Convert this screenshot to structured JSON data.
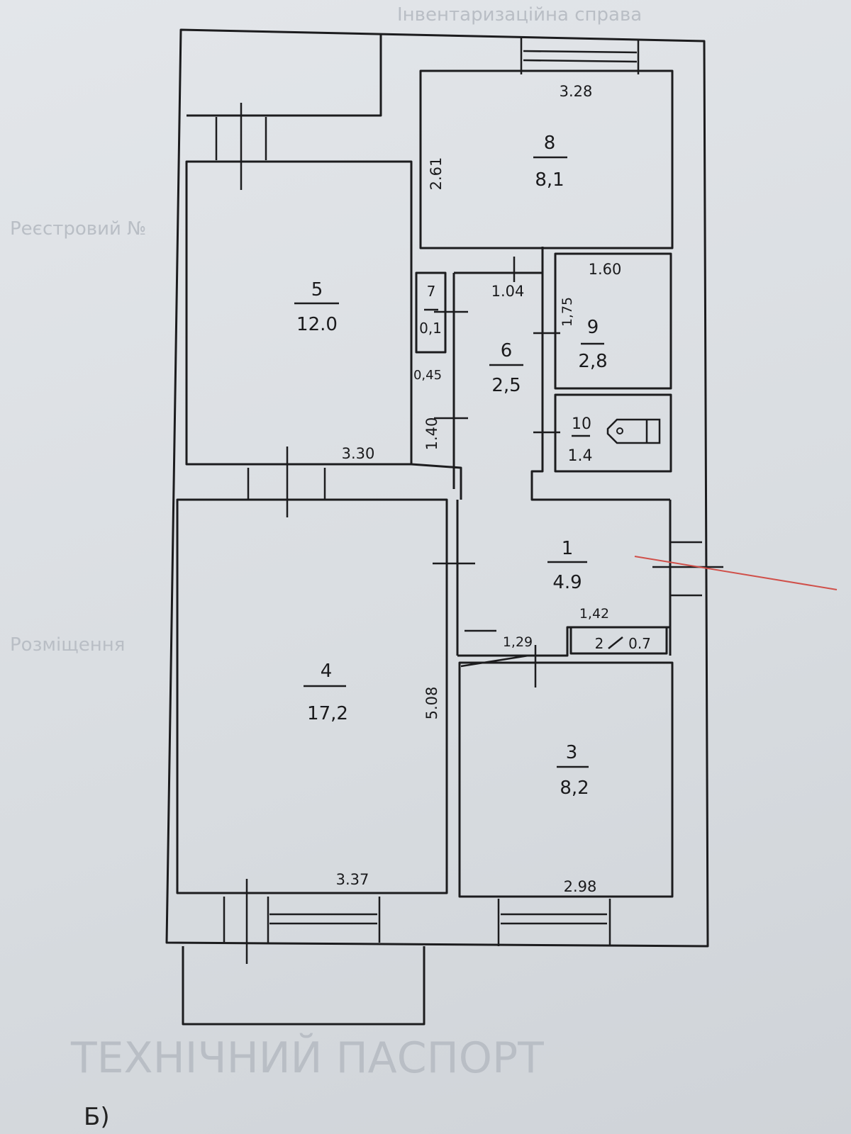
{
  "background_text": {
    "title": "ТЕХНІЧНИЙ ПАСПОРТ",
    "line1": "Інвентаризаційна справа",
    "line2": "Реєстровий №",
    "line3": "Розміщення",
    "corner_mark": "Б)"
  },
  "rooms": [
    {
      "number": "1",
      "area": "4.9"
    },
    {
      "number": "2",
      "area": "0.7"
    },
    {
      "number": "3",
      "area": "8,2"
    },
    {
      "number": "4",
      "area": "17,2"
    },
    {
      "number": "5",
      "area": "12.0"
    },
    {
      "number": "6",
      "area": "2,5"
    },
    {
      "number": "7",
      "area": "0,1"
    },
    {
      "number": "8",
      "area": "8,1"
    },
    {
      "number": "9",
      "area": "2,8"
    },
    {
      "number": "10",
      "area": "1.4"
    }
  ],
  "dimensions": {
    "room8_width": "3.28",
    "room8_depth": "2.61",
    "room5_width": "3.30",
    "room5_depth": "1.40",
    "room7_width": "0,45",
    "room6_width": "1.04",
    "room9_width": "1.60",
    "room9_depth": "1,75",
    "room2_width": "1,42",
    "corridor_width": "1,29",
    "room4_width": "3.37",
    "room4_depth": "5.08",
    "room3_width": "2.98"
  },
  "colors": {
    "ink": "#1c1c1e",
    "paper": "#d9dde1",
    "marker": "#d0504a"
  }
}
